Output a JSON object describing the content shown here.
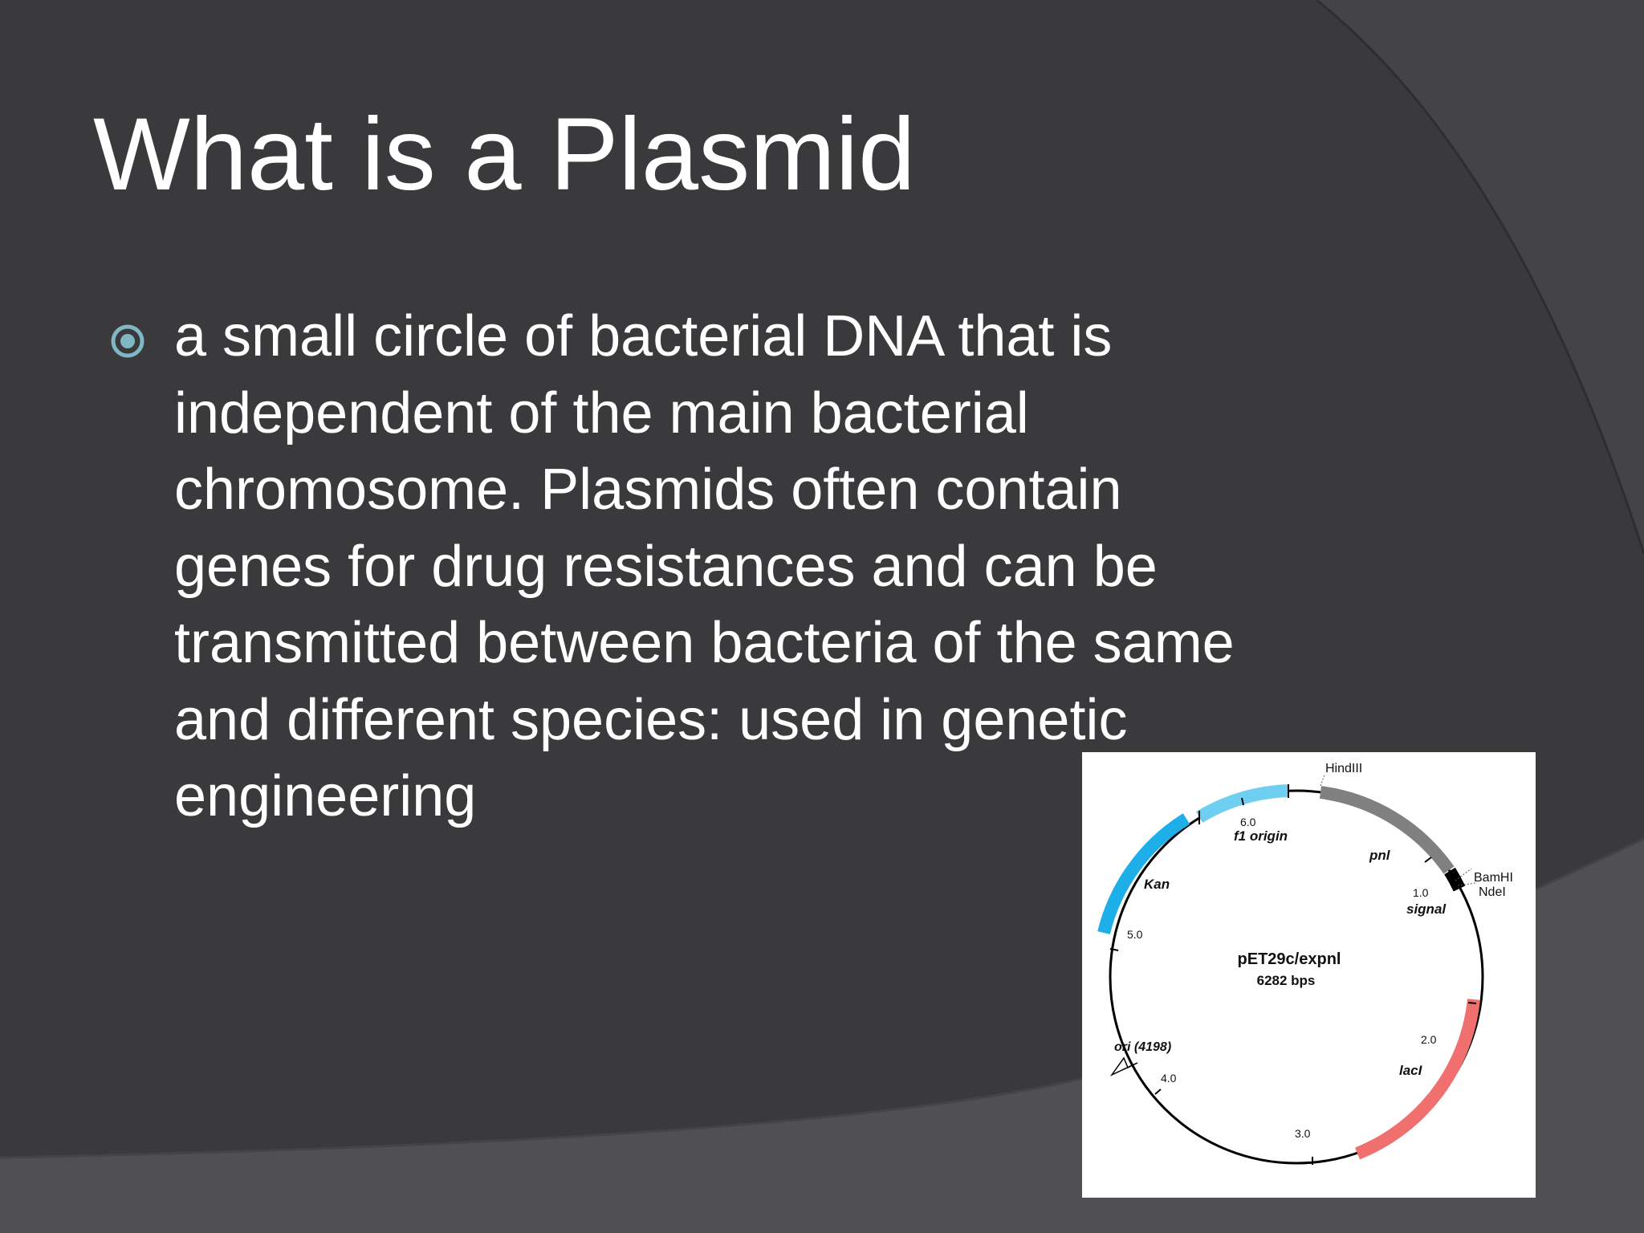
{
  "slide": {
    "title": "What is a Plasmid",
    "bullet_text": " a small circle of bacterial DNA that is\nindependent of the main bacterial\nchromosome. Plasmids often contain\ngenes for drug resistances and can be\ntransmitted between bacteria of the same\nand different species: used in genetic\nengineering",
    "colors": {
      "background": "#3a3a3c",
      "background_band": "#505052",
      "text": "#ffffff",
      "bullet": "#7fb7c4"
    },
    "icons": [
      "bullet-ring-icon"
    ]
  },
  "plasmid_map": {
    "name": "pET29c/expnl",
    "size": "6282 bps",
    "scale_labels": [
      "6.0",
      "1.0",
      "2.0",
      "3.0",
      "4.0",
      "5.0"
    ],
    "features": {
      "f1_origin": "f1 origin",
      "pnl": "pnl",
      "signal": "signal",
      "kan": "Kan",
      "lacI": "lacI",
      "ori": "ori (4198)"
    },
    "sites": {
      "hindiii": "HindIII",
      "bamhi": "BamHI",
      "ndei": "NdeI"
    },
    "colors": {
      "f1_origin": "#6ecff0",
      "kan": "#1eaee8",
      "pnl": "#808080",
      "signal": "#000000",
      "laci": "#f07070"
    }
  }
}
